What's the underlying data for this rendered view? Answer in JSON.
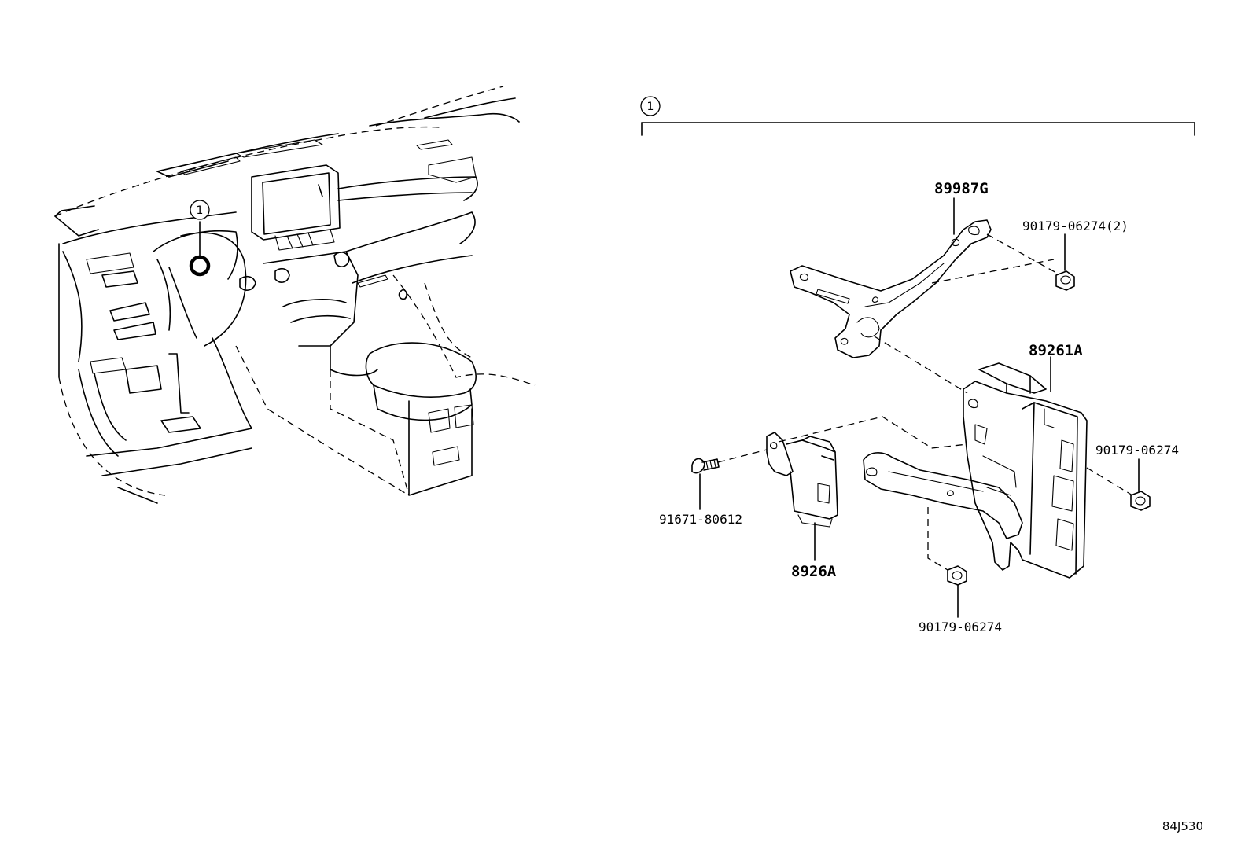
{
  "callouts": {
    "overview_marker": "1",
    "assembly_marker": "1"
  },
  "parts": {
    "bracket_upper": "89987G",
    "nut_upper": "90179-06274(2)",
    "computer_main": "89261A",
    "nut_right": "90179-06274",
    "bolt": "91671-80612",
    "computer_small": "8926A",
    "nut_lower": "90179-06274"
  },
  "diagram_ref": "84J530"
}
